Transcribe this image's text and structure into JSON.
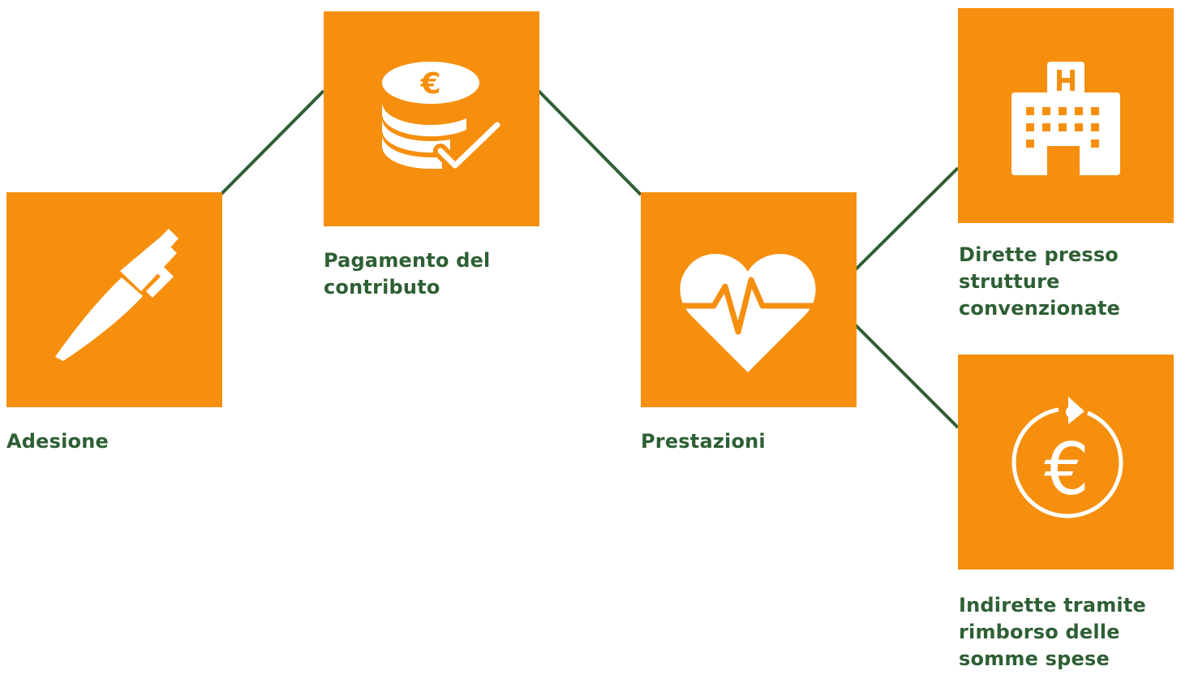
{
  "colors": {
    "box": "#f68f0e",
    "line": "#2e5f34",
    "label": "#2e5f34",
    "icon": "#ffffff"
  },
  "steps": [
    {
      "id": "adesione",
      "label": "Adesione",
      "icon": "pen-icon"
    },
    {
      "id": "pagamento",
      "label": "Pagamento del contributo",
      "icon": "coins-check-icon"
    },
    {
      "id": "prestazioni",
      "label": "Prestazioni",
      "icon": "heartbeat-icon"
    },
    {
      "id": "dirette",
      "label": "Dirette presso strutture convenzionate",
      "icon": "hospital-icon"
    },
    {
      "id": "indirette",
      "label": "Indirette tramite rimborso delle somme spese",
      "icon": "euro-refund-icon"
    }
  ]
}
